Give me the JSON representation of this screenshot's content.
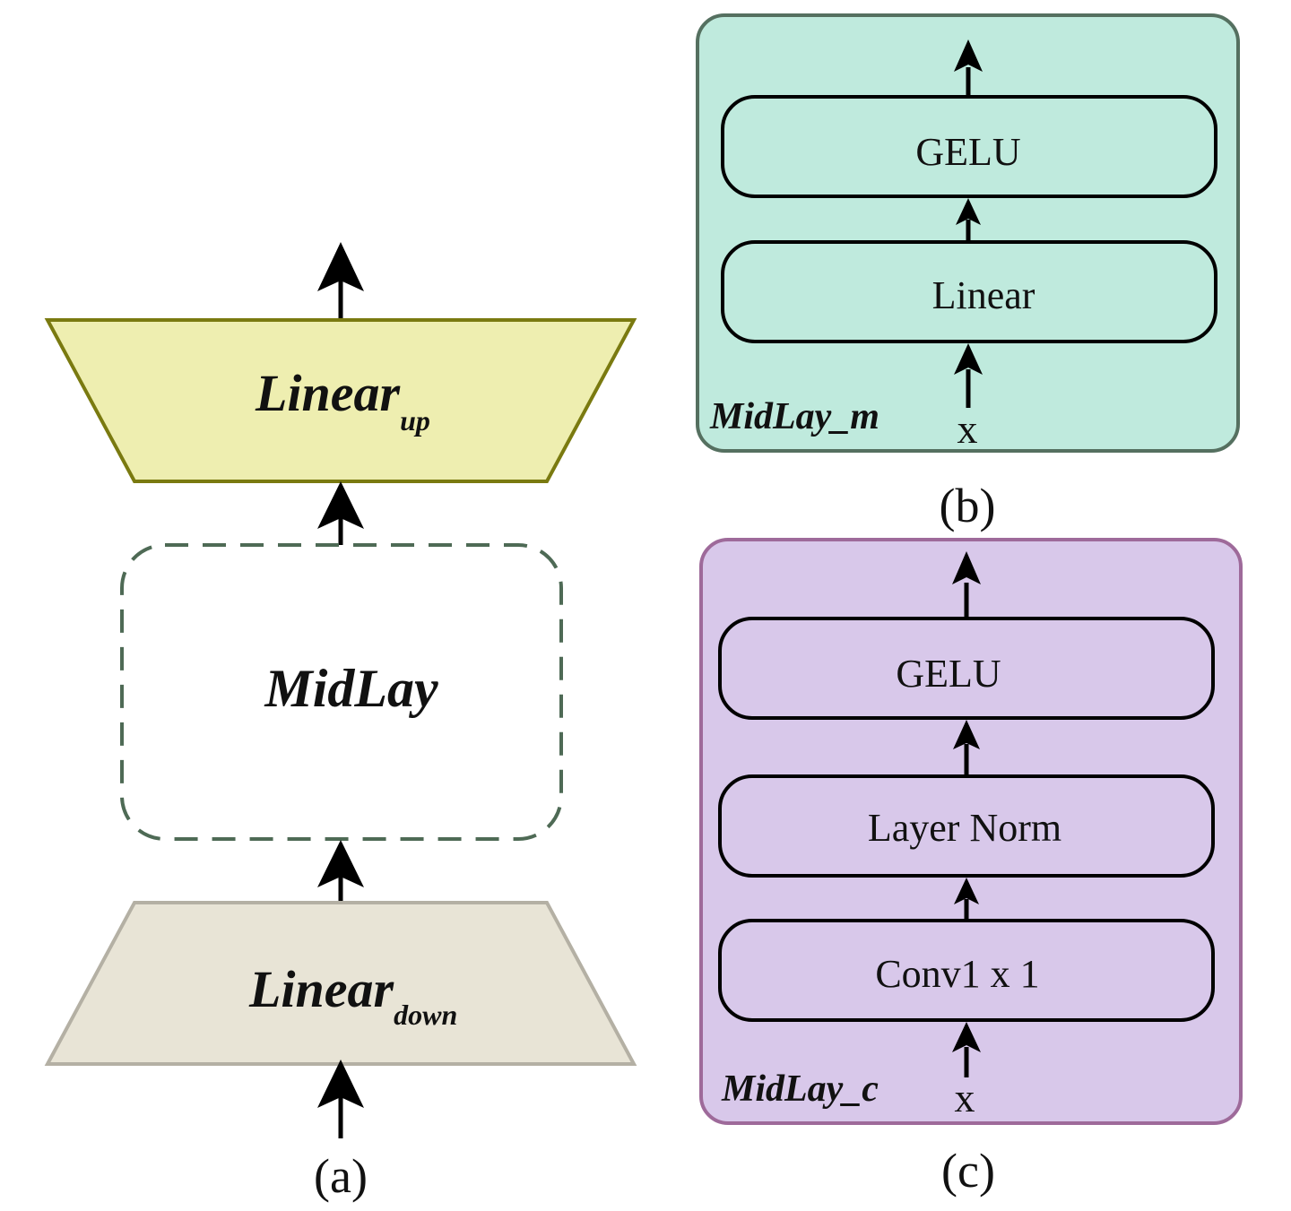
{
  "panel_a": {
    "linear_up": {
      "main": "Linear",
      "sub": "up"
    },
    "midlay": "MidLay",
    "linear_down": {
      "main": "Linear",
      "sub": "down"
    },
    "caption": "(a)"
  },
  "panel_b": {
    "top_block": "GELU",
    "bottom_block": "Linear",
    "name": "MidLay_m",
    "input": "x",
    "caption": "(b)"
  },
  "panel_c": {
    "top_block": "GELU",
    "mid_block": "Layer Norm",
    "bottom_block": "Conv1 x 1",
    "name": "MidLay_c",
    "input": "x",
    "caption": "(c)"
  },
  "colors": {
    "linear_up_fill": "#eeeeb0",
    "linear_up_stroke": "#7a7a10",
    "linear_down_fill": "#e8e4d6",
    "linear_down_stroke": "#b4b0a4",
    "midlay_stroke": "#4e6a55",
    "panel_b_fill": "#bfeadd",
    "panel_b_stroke": "#557060",
    "panel_c_fill": "#d8c8ea",
    "panel_c_stroke": "#9e6a9a"
  }
}
